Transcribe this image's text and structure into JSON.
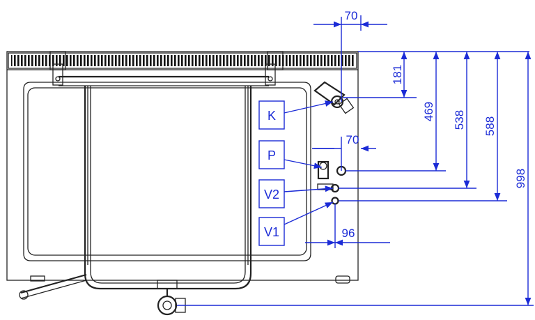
{
  "colors": {
    "dimension": "#1b2bd6",
    "outline": "#222222"
  },
  "dimensions": {
    "top_offset": "70",
    "mid_offset": "70",
    "bottom_offset": "96",
    "k_height": "181",
    "p_height": "469",
    "v2_height": "538",
    "v1_height": "588",
    "total_height": "998"
  },
  "connections": {
    "k": "K",
    "p": "P",
    "v2": "V2",
    "v1": "V1"
  }
}
